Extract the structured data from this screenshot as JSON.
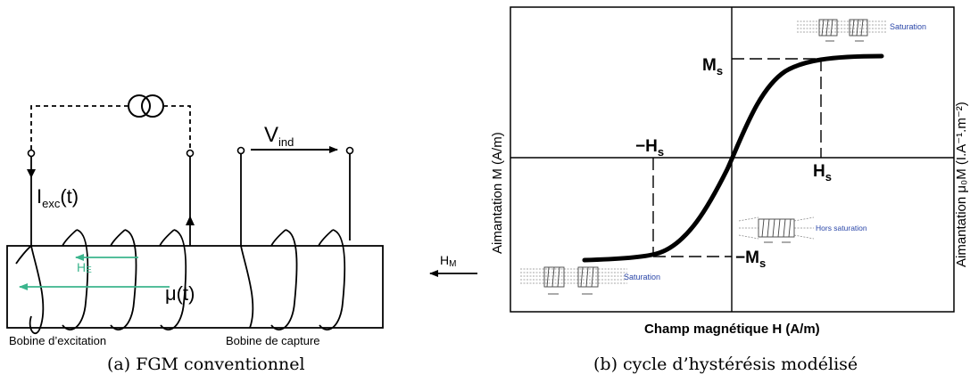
{
  "figure_a": {
    "current_label_main": "I",
    "current_label_sub": "exc",
    "current_label_tail": "(t)",
    "voltage_label_main": "V",
    "voltage_label_sub": "ind",
    "he_label_main": "H",
    "he_label_sub": "E",
    "mu_label": "μ(t)",
    "excitation_coil_label": "Bobine d’excitation",
    "capture_coil_label": "Bobine de capture",
    "caption": "(a) FGM conventionnel"
  },
  "hm_label_main": "H",
  "hm_label_sub": "M",
  "figure_b": {
    "ylabel": "Aimantation M (A/m)",
    "xlabel": "Champ magnétique H (A/m)",
    "right_label": "Aimantation μ₀M (I.A⁻¹.m⁻²)",
    "ms_main": "M",
    "ms_sub": "s",
    "neg_ms_main": "−M",
    "neg_ms_sub": "s",
    "hs_main": "H",
    "hs_sub": "s",
    "neg_hs_main": "−H",
    "neg_hs_sub": "s",
    "saturation_top": "Saturation",
    "hors_saturation": "Hors saturation",
    "saturation_bottom": "Saturation",
    "caption": "(b) cycle d’hystérésis modélisé"
  },
  "colors": {
    "he_arrow": "#3bb58d",
    "callout_text": "#2a46a8",
    "ink": "#000000"
  }
}
